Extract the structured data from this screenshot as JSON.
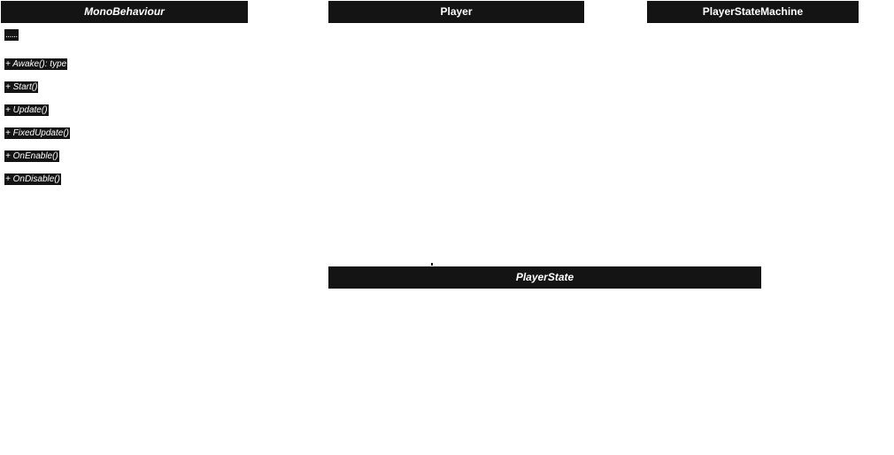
{
  "classes": {
    "mono_behaviour": {
      "name": "MonoBehaviour",
      "field": "......",
      "operations": [
        "+ Awake(): type",
        "+ Start()",
        "+ Update()",
        "+ FixedUpdate()",
        "+ OnEnable()",
        "+ OnDisable()"
      ]
    },
    "player": {
      "name": "Player"
    },
    "player_state_machine": {
      "name": "PlayerStateMachine"
    },
    "player_state": {
      "name": "PlayerState"
    }
  },
  "colors": {
    "header_background": "#141414",
    "header_text": "#ffffff",
    "canvas": "#ffffff"
  }
}
